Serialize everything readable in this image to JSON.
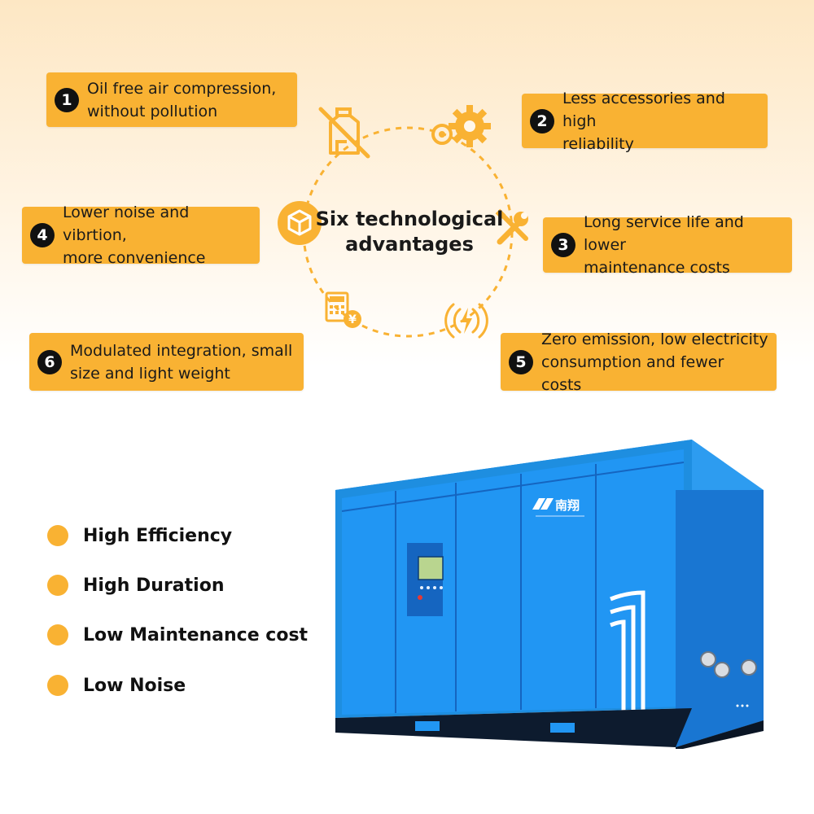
{
  "diagram": {
    "center_title": "Six technological\nadvantages",
    "advantages": [
      {
        "number": "1",
        "text": "Oil free air compression,\nwithout pollution"
      },
      {
        "number": "2",
        "text": "Less accessories and high\nreliability"
      },
      {
        "number": "3",
        "text": "Long service life and lower\nmaintenance costs"
      },
      {
        "number": "4",
        "text": "Lower noise and vibrtion,\nmore convenience"
      },
      {
        "number": "5",
        "text": "Zero emission, low electricity\nconsumption and fewer costs"
      },
      {
        "number": "6",
        "text": "Modulated integration, small\nsize and light weight"
      }
    ],
    "icons": [
      "no-oil-can-icon",
      "gears-icon",
      "box-icon",
      "tools-icon",
      "calculator-yen-icon",
      "electricity-wave-icon"
    ]
  },
  "features": [
    "High Efficiency",
    "High Duration",
    "Low Maintenance cost",
    "Low Noise"
  ],
  "product": {
    "brand": "南翔",
    "icon": "air-compressor-unit"
  },
  "colors": {
    "accent": "#f9b233",
    "badge": "#111111",
    "machine": "#1e8ee0"
  }
}
